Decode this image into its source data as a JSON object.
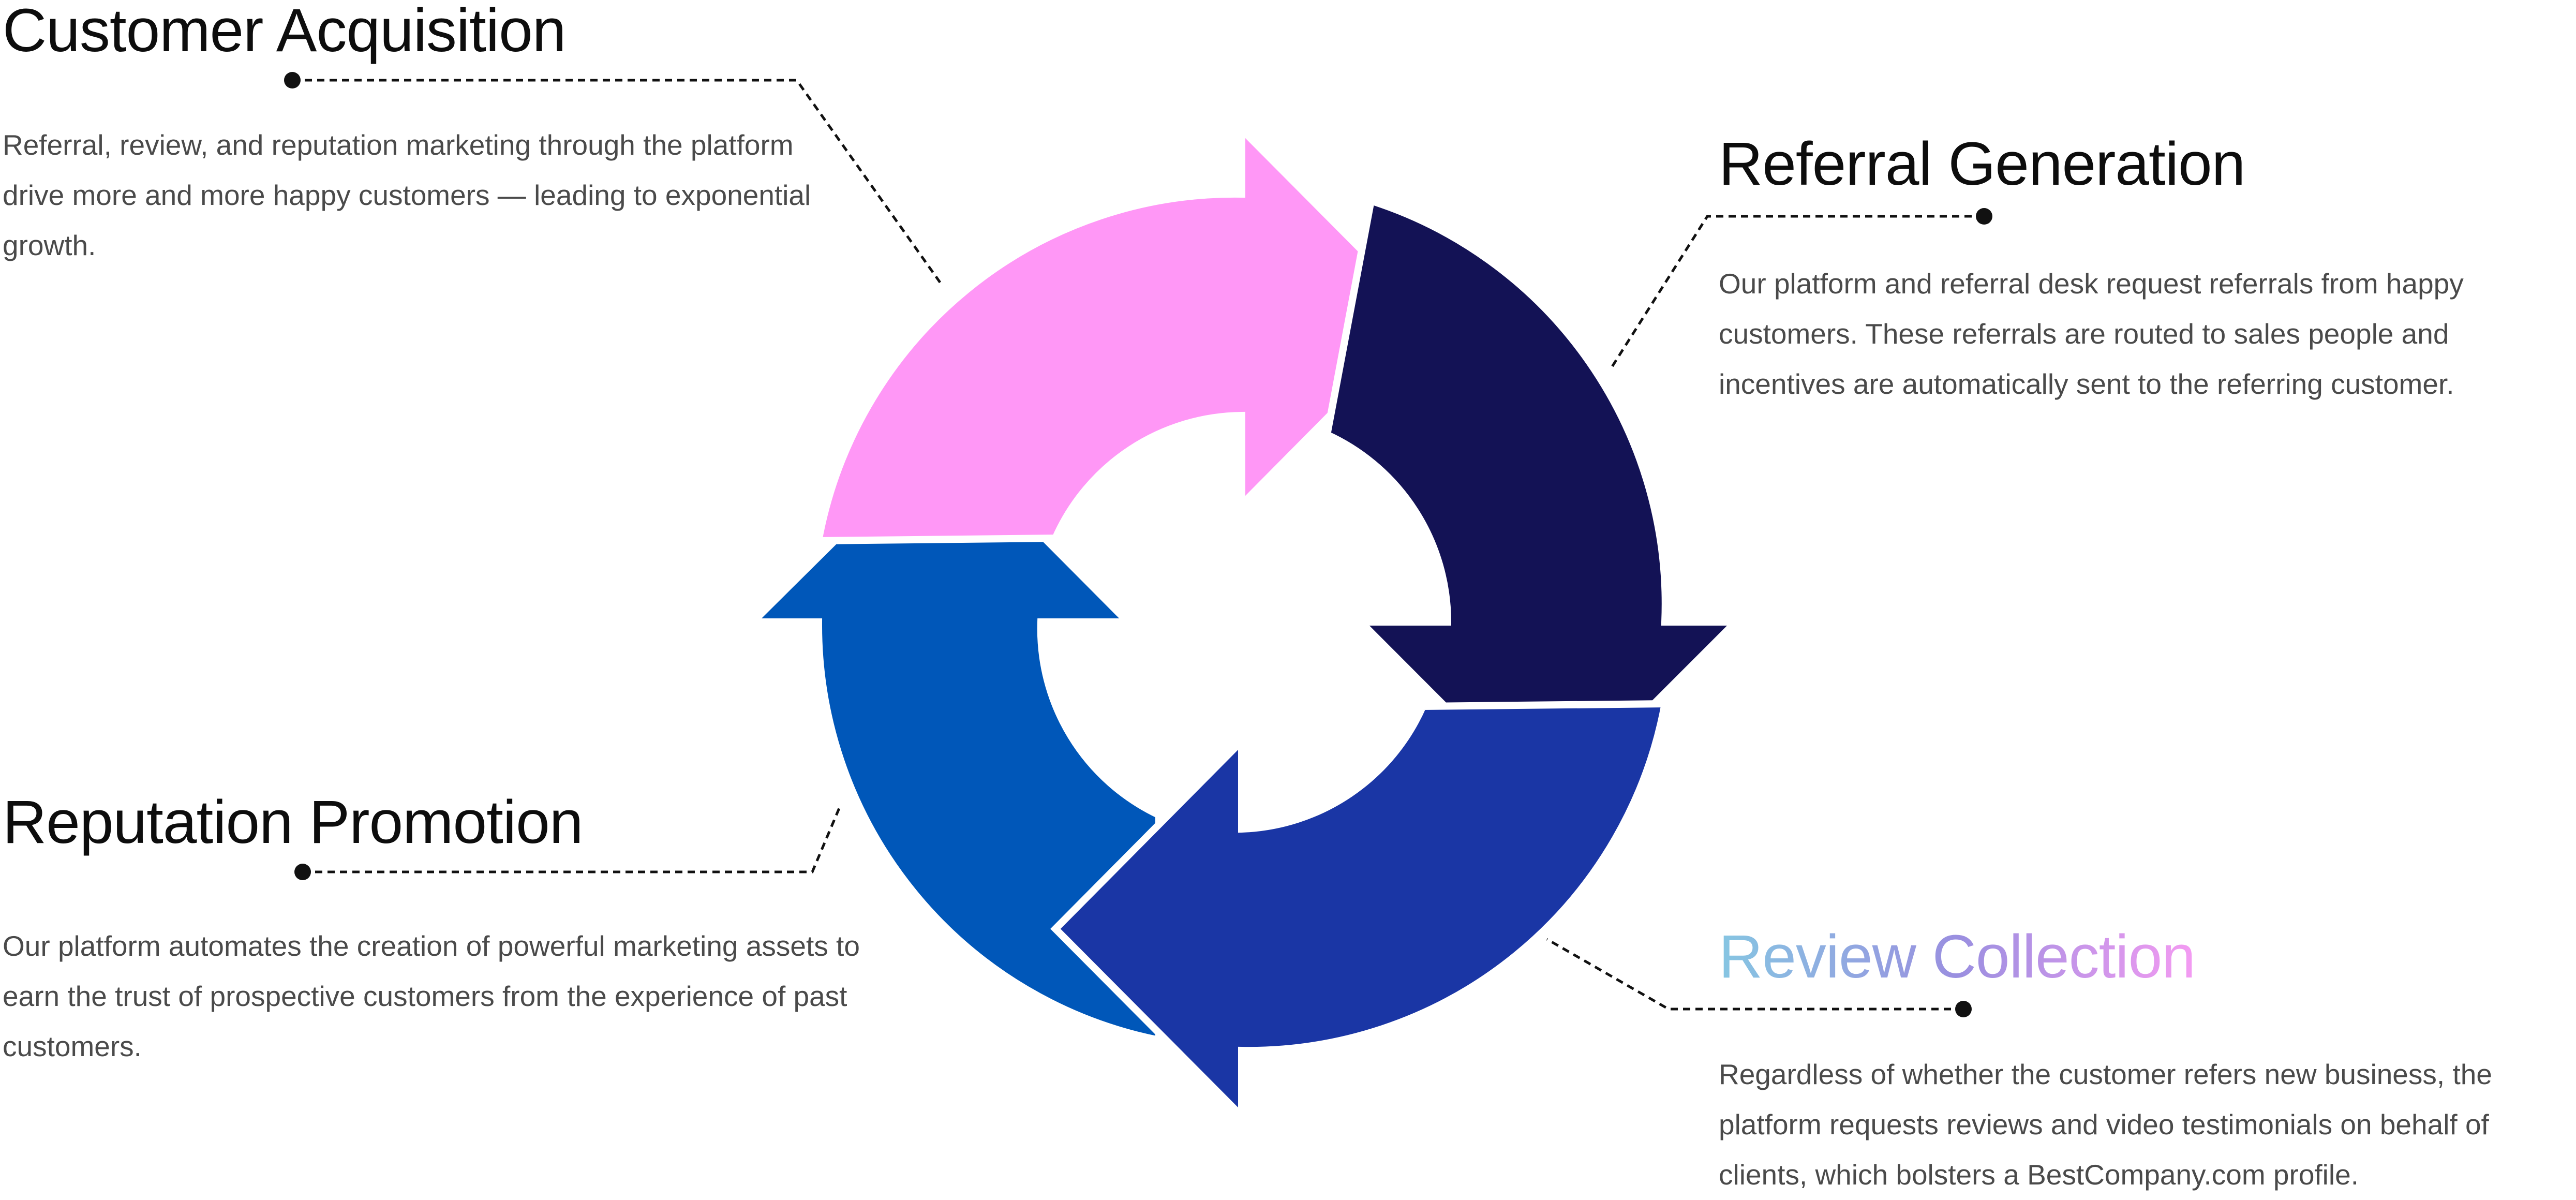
{
  "colors": {
    "acquisition": "#ff97f6",
    "referral": "#131255",
    "review": "#1a36a5",
    "reputation": "#0057b9",
    "heading_text": "#0d0d0d",
    "body_text": "#4a4a4a",
    "review_gradient": [
      "#86c6e2",
      "#9a8fe0",
      "#f49bf2"
    ]
  },
  "sections": {
    "customer_acquisition": {
      "title": "Customer Acquisition",
      "description": "Referral, review, and reputation marketing through the platform drive more and more happy customers — leading to exponential growth."
    },
    "referral_generation": {
      "title": "Referral Generation",
      "description": "Our platform and referral desk request referrals from happy customers. These referrals are routed to sales people and incentives are automatically sent to the referring customer."
    },
    "reputation_promotion": {
      "title": "Reputation Promotion",
      "description": "Our platform automates the creation of powerful marketing assets to earn the trust of prospective customers from the experience of past customers."
    },
    "review_collection": {
      "title_part1": "Review",
      "title_part2": "Collection",
      "description": "Regardless of whether the customer refers new business, the platform requests reviews and video testimonials on behalf of clients, which bolsters a BestCompany.com profile."
    }
  }
}
